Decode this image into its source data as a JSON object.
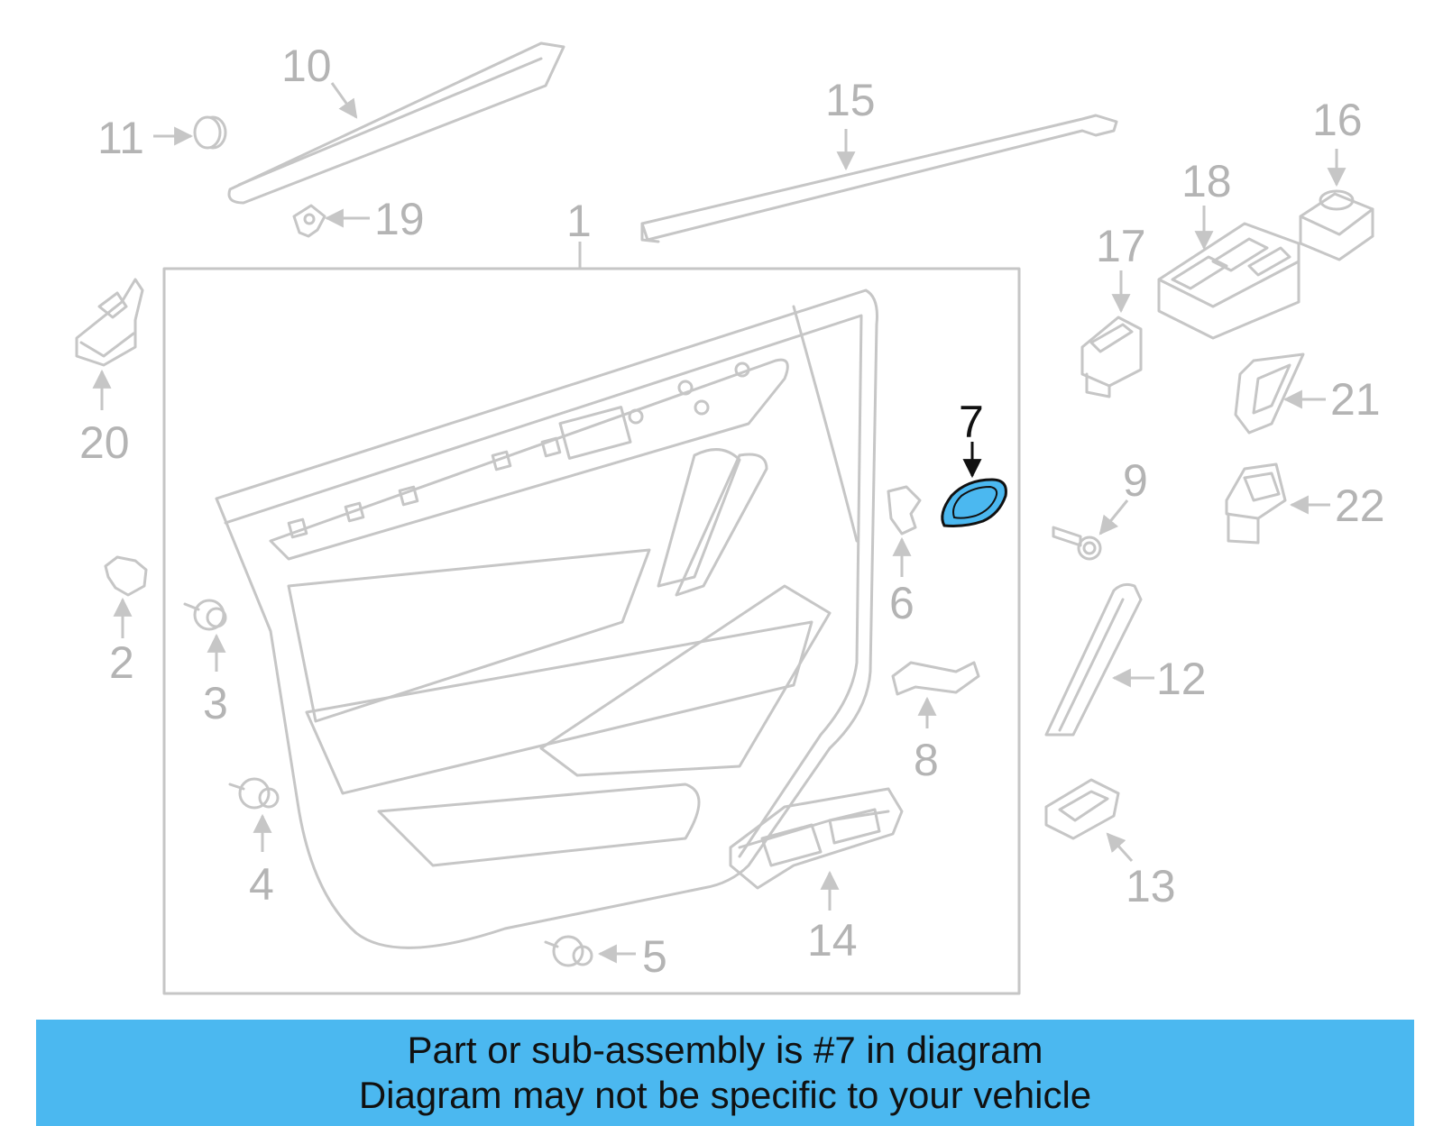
{
  "diagram": {
    "highlight_color": "#4bb8f0",
    "highlighted_part": "7",
    "callouts": {
      "c1": "1",
      "c2": "2",
      "c3": "3",
      "c4": "4",
      "c5": "5",
      "c6": "6",
      "c7": "7",
      "c8": "8",
      "c9": "9",
      "c10": "10",
      "c11": "11",
      "c12": "12",
      "c13": "13",
      "c14": "14",
      "c15": "15",
      "c16": "16",
      "c17": "17",
      "c18": "18",
      "c19": "19",
      "c20": "20",
      "c21": "21",
      "c22": "22"
    }
  },
  "banner": {
    "line1": "Part or sub-assembly is #7 in diagram",
    "line2": "Diagram may not be specific to your vehicle",
    "background": "#4bb8f0"
  }
}
